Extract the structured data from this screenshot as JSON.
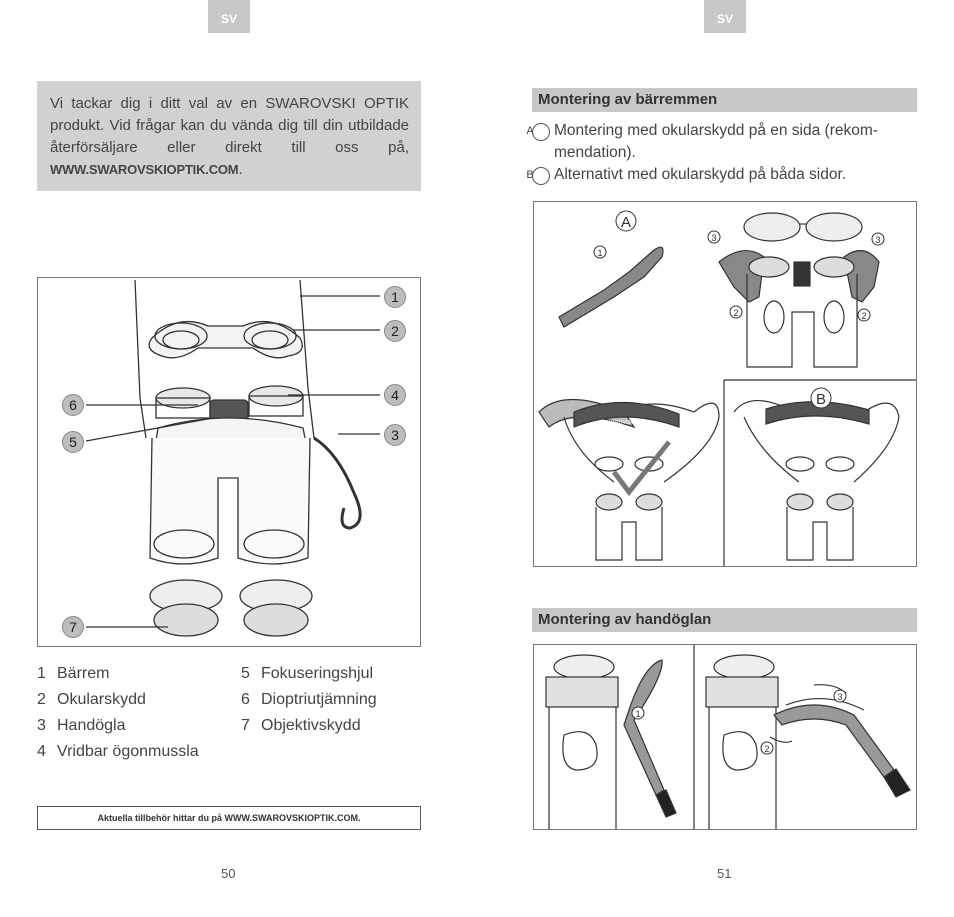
{
  "left_page": {
    "lang_tab": "SV",
    "intro_text": "Vi tackar dig i ditt val av en SWAROVSKI OPTIK produkt. Vid frågar kan du vända dig till din utbildade återförsäljare eller direkt till oss på,",
    "intro_url": "WWW.SWAROVSKIOPTIK.COM",
    "intro_end": ".",
    "callouts": [
      "1",
      "2",
      "3",
      "4",
      "5",
      "6",
      "7"
    ],
    "legend_left": [
      {
        "num": "1",
        "label": "Bärrem"
      },
      {
        "num": "2",
        "label": "Okularskydd"
      },
      {
        "num": "3",
        "label": "Handögla"
      },
      {
        "num": "4",
        "label": "Vridbar ögonmussla"
      }
    ],
    "legend_right": [
      {
        "num": "5",
        "label": "Fokuseringshjul"
      },
      {
        "num": "6",
        "label": "Dioptriutjämning"
      },
      {
        "num": "7",
        "label": "Objektivskydd"
      }
    ],
    "accessory_note": "Aktuella tillbehör hittar du på WWW.SWAROVSKIOPTIK.COM.",
    "page_number": "50"
  },
  "right_page": {
    "lang_tab": "SV",
    "section1_title": "Montering av bärremmen",
    "items": [
      {
        "marker": "A",
        "text": "Montering med okularskydd på en sida (rekom-mendation)."
      },
      {
        "marker": "B",
        "text": "Alternativt med okularskydd på båda sidor."
      }
    ],
    "fig_labels": {
      "a": "A",
      "b": "B",
      "s1": "1",
      "s2": "2",
      "s3": "3",
      "brand": "SWAROVSKI OPTIK"
    },
    "section2_title": "Montering av handöglan",
    "fig2_labels": {
      "s1": "1",
      "s2": "2",
      "s3": "3"
    },
    "page_number": "51"
  }
}
